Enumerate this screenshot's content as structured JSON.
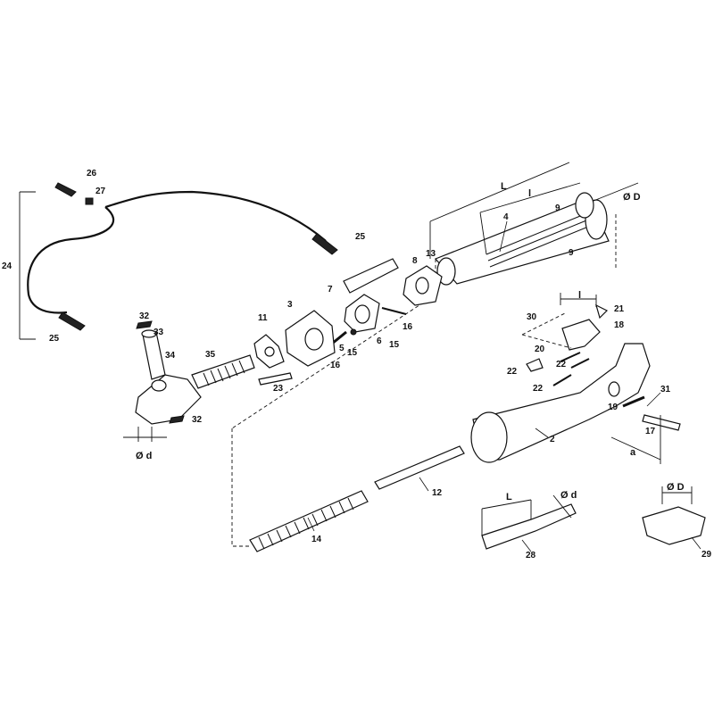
{
  "part_labels": {
    "p2": "2",
    "p3": "3",
    "p4": "4",
    "p5": "5",
    "p6": "6",
    "p7": "7",
    "p8": "8",
    "p9a": "9",
    "p9b": "9",
    "p11": "11",
    "p12": "12",
    "p13": "13",
    "p14": "14",
    "p15a": "15",
    "p15b": "15",
    "p16a": "16",
    "p16b": "16",
    "p17": "17",
    "p18": "18",
    "p19": "19",
    "p20": "20",
    "p21": "21",
    "p22a": "22",
    "p22b": "22",
    "p22c": "22",
    "p23": "23",
    "p24": "24",
    "p25a": "25",
    "p25b": "25",
    "p26": "26",
    "p27": "27",
    "p28": "28",
    "p29": "29",
    "p30": "30",
    "p31": "31",
    "p32a": "32",
    "p32b": "32",
    "p33": "33",
    "p34": "34",
    "p35": "35"
  },
  "dimension_labels": {
    "L_top": "L",
    "l_top": "l",
    "D_top": "Ø D",
    "l_hook": "l",
    "a_pin": "a",
    "d_left": "Ø d",
    "L_lever": "L",
    "d_lever": "Ø d",
    "D_bracket": "Ø D"
  }
}
